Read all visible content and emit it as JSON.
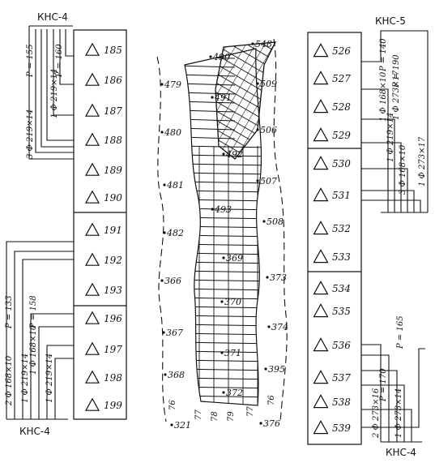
{
  "station_labels": {
    "top_left": "КНС-4",
    "bottom_left": "КНС-4",
    "top_right": "КНС-5",
    "bottom_right": "КНС-4"
  },
  "left_column_wells": [
    "185",
    "186",
    "187",
    "188",
    "189",
    "190",
    "191",
    "192",
    "193",
    "196",
    "197",
    "198",
    "199"
  ],
  "right_column_wells": [
    "526",
    "527",
    "528",
    "529",
    "530",
    "531",
    "532",
    "533",
    "534",
    "535",
    "536",
    "537",
    "538",
    "539"
  ],
  "left_pipes_top": [
    "3 Ф 219×14",
    "1 Ф 219×14",
    "P = 155",
    "P = 160"
  ],
  "left_pipes_bottom": [
    "2 Ф 168×10",
    "1 Ф 219×14",
    "1 Ф 168×10",
    "1 Ф 219×14",
    "P = 133",
    "P = 158"
  ],
  "right_pipes_top": [
    "1 Ф 168×10",
    "1 Ф 219×14",
    "P = 140",
    "1 Ф 273×17",
    "P = 190",
    "3 Ф 168×10",
    "1 Ф 273×17"
  ],
  "right_pipes_bottom": [
    "2 Ф 273×16",
    "P = 170",
    "1 Ф 273×14",
    "P = 165"
  ],
  "central_wells": {
    "edge_left": [
      "479",
      "480",
      "481",
      "482",
      "366",
      "367",
      "368",
      "321"
    ],
    "edge_right": [
      "509",
      "506",
      "507",
      "508",
      "373",
      "374",
      "395",
      "376"
    ],
    "inner": [
      "490",
      "548",
      "491",
      "492",
      "493",
      "369",
      "370",
      "371",
      "372"
    ],
    "bottom_row": [
      "76",
      "77",
      "78",
      "79",
      "77",
      "76"
    ]
  }
}
